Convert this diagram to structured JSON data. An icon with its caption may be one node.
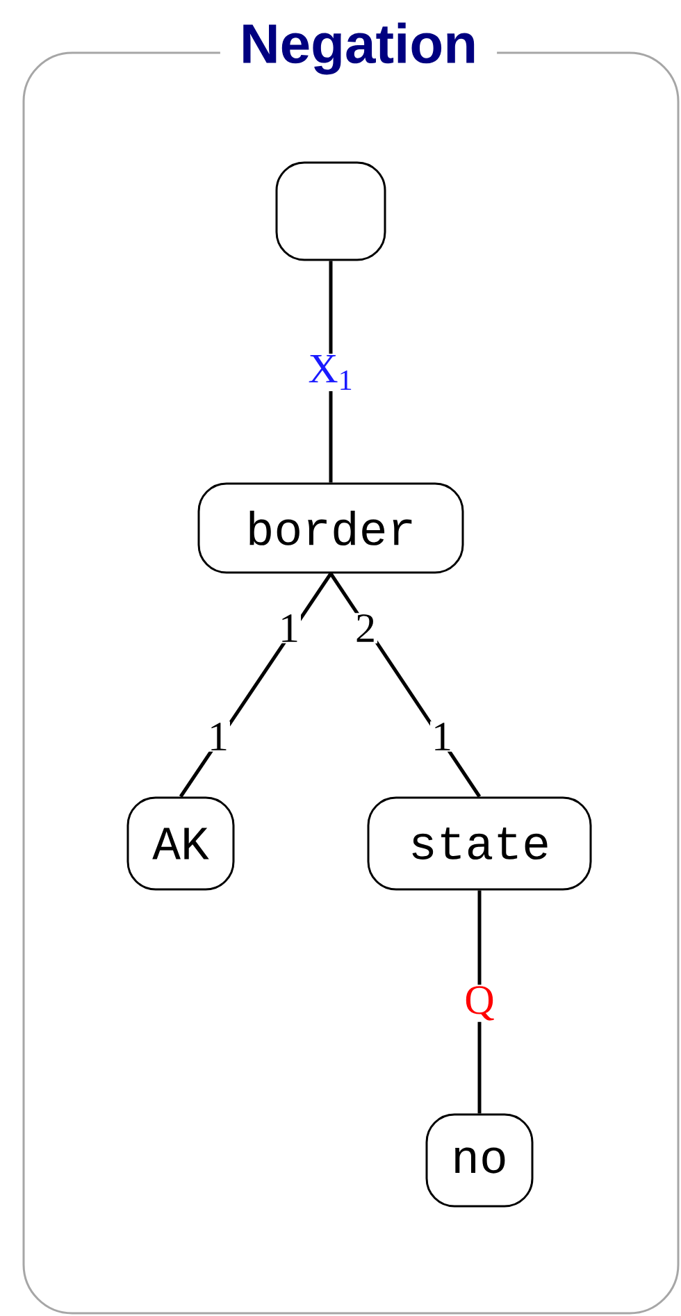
{
  "diagram": {
    "nodes": [
      {
        "text": [
          "Negation"
        ]
      },
      {
        "text": [],
        "shape": "box",
        "in": 0
      },
      {
        "text": [
          "border"
        ],
        "in": 0
      },
      {
        "text": [
          "AK"
        ],
        "in": 0
      },
      {
        "text": [
          "state"
        ],
        "in": 0
      },
      {
        "text": [
          "no"
        ],
        "in": 0
      }
    ],
    "edges": [
      {
        "from": 1,
        "to": 2,
        "arrow": "none",
        "label": "X$_{1}$"
      },
      {
        "from": 2,
        "to": 3,
        "arrow": "none",
        "label": "1"
      },
      {
        "from": 2,
        "to": 4,
        "arrow": "none",
        "label": "2"
      },
      {
        "from": 4,
        "to": 5,
        "arrow": "none",
        "label": "Q"
      }
    ],
    "labels": [
      "1",
      "1"
    ]
  }
}
